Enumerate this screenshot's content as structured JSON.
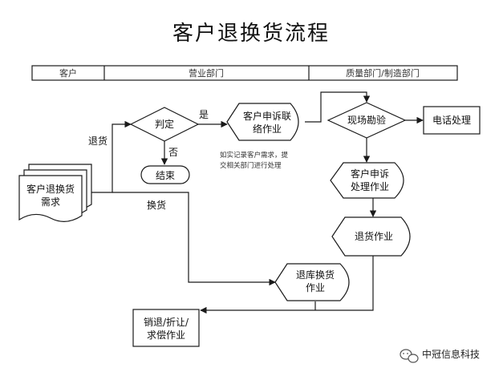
{
  "title": "客户退换货流程",
  "lanes": [
    "客户",
    "营业部门",
    "质量部门/制造部门"
  ],
  "nodes": {
    "request": [
      "客户退换货",
      "需求"
    ],
    "judge": "判定",
    "end": "结束",
    "complaint_contact": [
      "客户申诉联",
      "络作业"
    ],
    "site_survey": "现场勘验",
    "phone": "电话处理",
    "complaint_handle": [
      "客户申诉",
      "处理作业"
    ],
    "return_goods": "退货作业",
    "warehouse": [
      "退库换货",
      "作业"
    ],
    "settle": [
      "销退/折让/",
      "求偿作业"
    ]
  },
  "edge_labels": {
    "yes": "是",
    "no": "否",
    "return": "退货",
    "exchange": "换货"
  },
  "note": [
    "如实记录客户需求，提",
    "交相关部门进行处理"
  ],
  "watermark": "中冠信息科技"
}
